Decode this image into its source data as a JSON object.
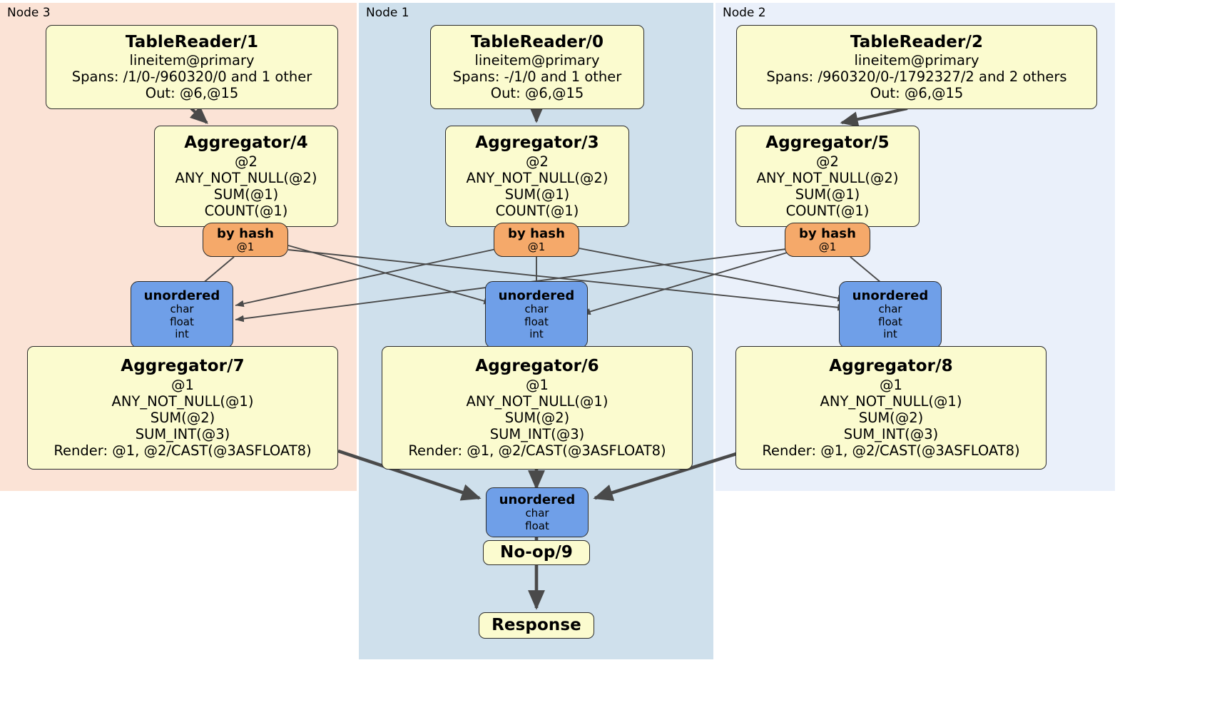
{
  "diagram": {
    "type": "distsql-physical-plan",
    "regions": [
      {
        "name": "node-3",
        "label": "Node 3",
        "color": "#fbe3d6"
      },
      {
        "name": "node-1",
        "label": "Node 1",
        "color": "#cfe0ec"
      },
      {
        "name": "node-2",
        "label": "Node 2",
        "color": "#eaf0fa"
      }
    ],
    "nodes": {
      "table_reader_1": {
        "title": "TableReader/1",
        "lines": [
          "lineitem@primary",
          "Spans: /1/0-/960320/0 and 1 other",
          "Out: @6,@15"
        ]
      },
      "table_reader_0": {
        "title": "TableReader/0",
        "lines": [
          "lineitem@primary",
          "Spans: -/1/0 and 1 other",
          "Out: @6,@15"
        ]
      },
      "table_reader_2": {
        "title": "TableReader/2",
        "lines": [
          "lineitem@primary",
          "Spans: /960320/0-/1792327/2 and 2 others",
          "Out: @6,@15"
        ]
      },
      "aggregator_4": {
        "title": "Aggregator/4",
        "lines": [
          "@2",
          "ANY_NOT_NULL(@2)",
          "SUM(@1)",
          "COUNT(@1)"
        ]
      },
      "aggregator_3": {
        "title": "Aggregator/3",
        "lines": [
          "@2",
          "ANY_NOT_NULL(@2)",
          "SUM(@1)",
          "COUNT(@1)"
        ]
      },
      "aggregator_5": {
        "title": "Aggregator/5",
        "lines": [
          "@2",
          "ANY_NOT_NULL(@2)",
          "SUM(@1)",
          "COUNT(@1)"
        ]
      },
      "by_hash_left": {
        "title": "by hash",
        "lines": [
          "@1"
        ]
      },
      "by_hash_center": {
        "title": "by hash",
        "lines": [
          "@1"
        ]
      },
      "by_hash_right": {
        "title": "by hash",
        "lines": [
          "@1"
        ]
      },
      "unordered_left": {
        "title": "unordered",
        "lines": [
          "char",
          "float",
          "int"
        ]
      },
      "unordered_center": {
        "title": "unordered",
        "lines": [
          "char",
          "float",
          "int"
        ]
      },
      "unordered_right": {
        "title": "unordered",
        "lines": [
          "char",
          "float",
          "int"
        ]
      },
      "aggregator_7": {
        "title": "Aggregator/7",
        "lines": [
          "@1",
          "ANY_NOT_NULL(@1)",
          "SUM(@2)",
          "SUM_INT(@3)",
          "Render: @1, @2/CAST(@3ASFLOAT8)"
        ]
      },
      "aggregator_6": {
        "title": "Aggregator/6",
        "lines": [
          "@1",
          "ANY_NOT_NULL(@1)",
          "SUM(@2)",
          "SUM_INT(@3)",
          "Render: @1, @2/CAST(@3ASFLOAT8)"
        ]
      },
      "aggregator_8": {
        "title": "Aggregator/8",
        "lines": [
          "@1",
          "ANY_NOT_NULL(@1)",
          "SUM(@2)",
          "SUM_INT(@3)",
          "Render: @1, @2/CAST(@3ASFLOAT8)"
        ]
      },
      "unordered_final": {
        "title": "unordered",
        "lines": [
          "char",
          "float"
        ]
      },
      "noop_9": {
        "title": "No-op/9",
        "lines": []
      },
      "response": {
        "title": "Response",
        "lines": []
      }
    },
    "colors": {
      "processor_fill": "#fbfbcf",
      "router_fill": "#f5a96a",
      "synchronizer_fill": "#6f9fe8",
      "border": "#2b2b2b",
      "edge": "#4a4a4a",
      "node3_bg": "#fbe3d6",
      "node1_bg": "#cfe0ec",
      "node2_bg": "#eaf0fa"
    }
  }
}
